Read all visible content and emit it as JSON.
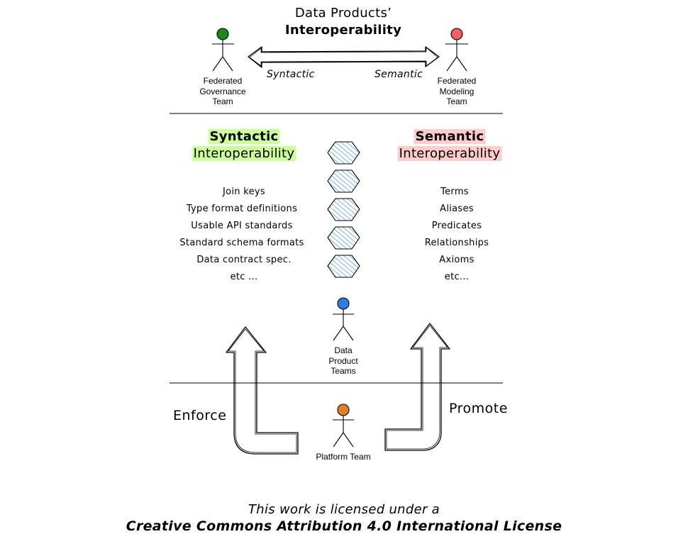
{
  "title": {
    "line1": "Data Products’",
    "line2": "Interoperability"
  },
  "top_arrow": {
    "left_label": "Syntactic",
    "right_label": "Semantic"
  },
  "actors": {
    "governance": {
      "lines": [
        "Federated",
        "Governance",
        "Team"
      ],
      "color": "#1a8a1a"
    },
    "modeling": {
      "lines": [
        "Federated",
        "Modeling",
        "Team"
      ],
      "color": "#f06060"
    },
    "data_product": {
      "lines": [
        "Data",
        "Product",
        "Teams"
      ],
      "color": "#2a7de1"
    },
    "platform": {
      "lines": [
        "Platform Team"
      ],
      "color": "#e08020"
    }
  },
  "syntactic": {
    "heading_bold": "Syntactic",
    "heading": "Interoperability",
    "color": "#ccff99",
    "items": [
      "Join keys",
      "Type format  definitions",
      "Usable API standards",
      "Standard schema formats",
      "Data contract spec.",
      "etc ..."
    ]
  },
  "semantic": {
    "heading_bold": "Semantic",
    "heading": "Interoperability",
    "color": "#ffcccc",
    "items": [
      "Terms",
      "Aliases",
      "Predicates",
      "Relationships",
      "Axioms",
      "etc..."
    ]
  },
  "bottom": {
    "enforce": "Enforce",
    "promote": "Promote"
  },
  "license": {
    "line1": "This work is licensed under a",
    "line2": "Creative Commons Attribution 4.0 International License"
  },
  "hexagon_color": "#5b9bd5"
}
